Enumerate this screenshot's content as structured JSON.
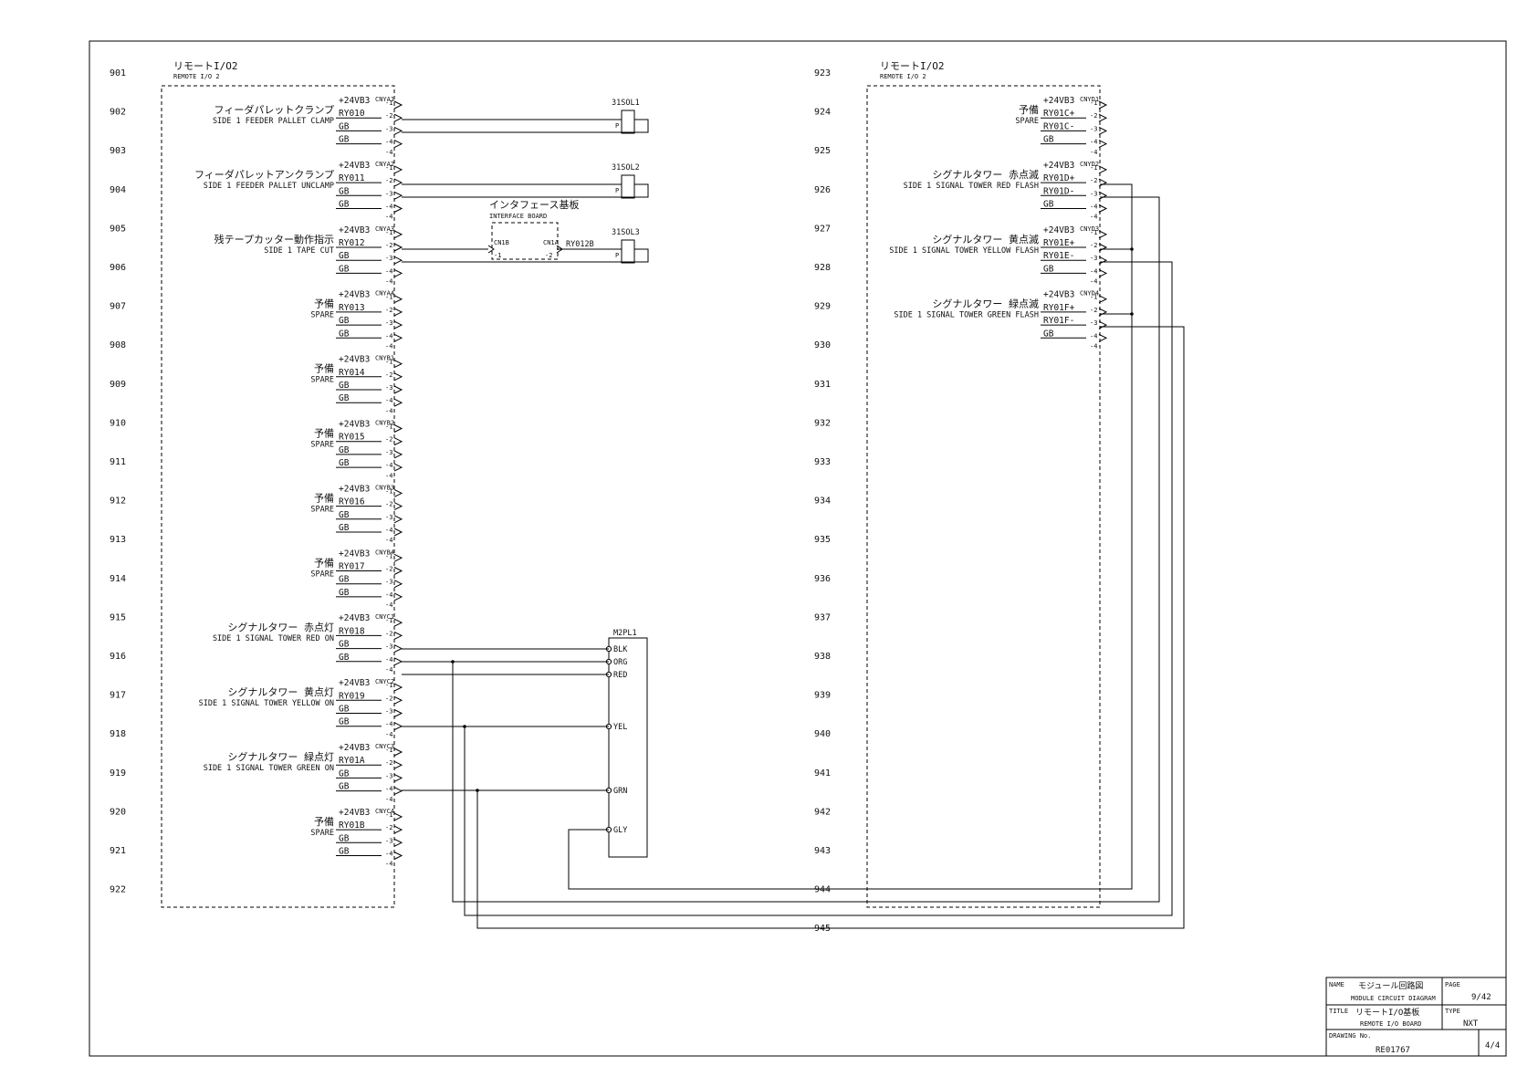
{
  "sheet": {
    "left_rows": [
      "901",
      "902",
      "903",
      "904",
      "905",
      "906",
      "907",
      "908",
      "909",
      "910",
      "911",
      "912",
      "913",
      "914",
      "915",
      "916",
      "917",
      "918",
      "919",
      "920",
      "921",
      "922"
    ],
    "right_rows": [
      "923",
      "924",
      "925",
      "926",
      "927",
      "928",
      "929",
      "930",
      "931",
      "932",
      "933",
      "934",
      "935",
      "936",
      "937",
      "938",
      "939",
      "940",
      "941",
      "942",
      "943",
      "944",
      "945"
    ]
  },
  "blocks": {
    "left": {
      "title_jp": "リモートI/O2",
      "title_en": "REMOTE I/O 2"
    },
    "right": {
      "title_jp": "リモートI/O2",
      "title_en": "REMOTE I/O 2"
    }
  },
  "left_groups": [
    {
      "jp": "フィーダパレットクランプ",
      "en": "SIDE 1 FEEDER PALLET CLAMP",
      "conn": "CNYA1",
      "wires": [
        "+24VB3",
        "RY010",
        "GB",
        "GB"
      ]
    },
    {
      "jp": "フィーダパレットアンクランプ",
      "en": "SIDE 1 FEEDER PALLET UNCLAMP",
      "conn": "CNYA2",
      "wires": [
        "+24VB3",
        "RY011",
        "GB",
        "GB"
      ]
    },
    {
      "jp": "残テープカッター動作指示",
      "en": "SIDE 1 TAPE CUT",
      "conn": "CNYA3",
      "wires": [
        "+24VB3",
        "RY012",
        "GB",
        "GB"
      ]
    },
    {
      "jp": "予備",
      "en": "SPARE",
      "conn": "CNYA4",
      "wires": [
        "+24VB3",
        "RY013",
        "GB",
        "GB"
      ]
    },
    {
      "jp": "予備",
      "en": "SPARE",
      "conn": "CNYB1",
      "wires": [
        "+24VB3",
        "RY014",
        "GB",
        "GB"
      ]
    },
    {
      "jp": "予備",
      "en": "SPARE",
      "conn": "CNYB2",
      "wires": [
        "+24VB3",
        "RY015",
        "GB",
        "GB"
      ]
    },
    {
      "jp": "予備",
      "en": "SPARE",
      "conn": "CNYB3",
      "wires": [
        "+24VB3",
        "RY016",
        "GB",
        "GB"
      ]
    },
    {
      "jp": "予備",
      "en": "SPARE",
      "conn": "CNYB4",
      "wires": [
        "+24VB3",
        "RY017",
        "GB",
        "GB"
      ]
    },
    {
      "jp": "シグナルタワー 赤点灯",
      "en": "SIDE 1 SIGNAL TOWER RED ON",
      "conn": "CNYC1",
      "wires": [
        "+24VB3",
        "RY018",
        "GB",
        "GB"
      ]
    },
    {
      "jp": "シグナルタワー 黄点灯",
      "en": "SIDE 1 SIGNAL TOWER YELLOW ON",
      "conn": "CNYC2",
      "wires": [
        "+24VB3",
        "RY019",
        "GB",
        "GB"
      ]
    },
    {
      "jp": "シグナルタワー 緑点灯",
      "en": "SIDE 1 SIGNAL TOWER GREEN ON",
      "conn": "CNYC3",
      "wires": [
        "+24VB3",
        "RY01A",
        "GB",
        "GB"
      ]
    },
    {
      "jp": "予備",
      "en": "SPARE",
      "conn": "CNYC4",
      "wires": [
        "+24VB3",
        "RY01B",
        "GB",
        "GB"
      ]
    }
  ],
  "right_groups": [
    {
      "jp": "予備",
      "en": "SPARE",
      "conn": "CNYD1",
      "wires": [
        "+24VB3",
        "RY01C+",
        "RY01C-",
        "GB"
      ]
    },
    {
      "jp": "シグナルタワー 赤点滅",
      "en": "SIDE 1 SIGNAL TOWER RED FLASH",
      "conn": "CNYD2",
      "wires": [
        "+24VB3",
        "RY01D+",
        "RY01D-",
        "GB"
      ]
    },
    {
      "jp": "シグナルタワー 黄点滅",
      "en": "SIDE 1 SIGNAL TOWER YELLOW FLASH",
      "conn": "CNYD3",
      "wires": [
        "+24VB3",
        "RY01E+",
        "RY01E-",
        "GB"
      ]
    },
    {
      "jp": "シグナルタワー 緑点滅",
      "en": "SIDE 1 SIGNAL TOWER GREEN FLASH",
      "conn": "CNYD4",
      "wires": [
        "+24VB3",
        "RY01F+",
        "RY01F-",
        "GB"
      ]
    }
  ],
  "pin_labels": [
    "-1",
    "-2",
    "-3",
    "-4"
  ],
  "solenoids": [
    "31SOL1",
    "31SOL2",
    "31SOL3"
  ],
  "solenoid_pin": "P",
  "interface_board": {
    "jp": "インタフェース基板",
    "en": "INTERFACE BOARD",
    "cn_left": "CN1B",
    "cn_right": "CN1A",
    "pin_left": "-1",
    "pin_right": "-2",
    "signal": "RY012B"
  },
  "lamp": {
    "name": "M2PL1",
    "pins": [
      "BLK",
      "ORG",
      "RED",
      "YEL",
      "GRN",
      "GLY"
    ]
  },
  "title_block": {
    "name_label": "NAME",
    "name_jp": "モジュール回路図",
    "name_en": "MODULE CIRCUIT DIAGRAM",
    "page_label": "PAGE",
    "page": "9/42",
    "title_label": "TITLE",
    "title_jp": "リモートI/O基板",
    "title_en": "REMOTE I/O BOARD",
    "type_label": "TYPE",
    "type": "NXT",
    "drawing_label": "DRAWING No.",
    "drawing_no": "RE01767",
    "sheet": "4/4"
  }
}
